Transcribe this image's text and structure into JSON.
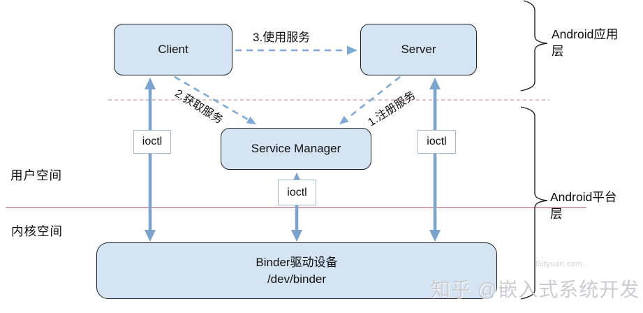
{
  "diagram": {
    "nodes": {
      "client": {
        "label": "Client"
      },
      "server": {
        "label": "Server"
      },
      "service_manager": {
        "label": "Service Manager"
      },
      "binder_driver": {
        "line1": "Binder驱动设备",
        "line2": "/dev/binder"
      }
    },
    "ioctl_labels": {
      "client": "ioctl",
      "server": "ioctl",
      "service_manager": "ioctl"
    },
    "arrows": {
      "use_service": {
        "label": "3.使用服务"
      },
      "get_service": {
        "label": "2.获取服务"
      },
      "register_service": {
        "label": "1.注册服务"
      }
    },
    "regions": {
      "user_space": "用户空间",
      "kernel_space": "内核空间"
    },
    "layers": {
      "app_layer": "Android应用层",
      "platform_layer": "Android平台层"
    }
  },
  "watermarks": {
    "gityuan": "Gityuan.com",
    "zhihu": "知乎 @嵌入式系统开发"
  },
  "colors": {
    "node_fill": "#d4e4f3",
    "node_border": "#1f1f1f",
    "solid_arrow_blue": "#7ba3cc",
    "dashed_arrow_blue": "#7da9d6",
    "separator_solid_pink": "#d0a3ac",
    "separator_dashed_pink": "#bf9f9f",
    "brace_black": "#222222",
    "watermark_gray": "#caccd1"
  }
}
